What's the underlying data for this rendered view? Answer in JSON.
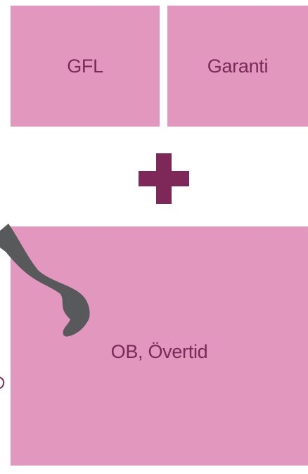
{
  "boxes": {
    "top_left": {
      "label": "GFL"
    },
    "top_right": {
      "label": "Garanti"
    },
    "bottom": {
      "label": "OB, Övertid"
    }
  },
  "operator": {
    "symbol": "plus"
  },
  "icons": {
    "plus": "plus-icon",
    "hand": "pointing-hand-icon"
  },
  "colors": {
    "box_fill": "#e297bf",
    "label_text": "#7a2a58",
    "plus_fill": "#7d2859",
    "hand_fill": "#58595b"
  }
}
